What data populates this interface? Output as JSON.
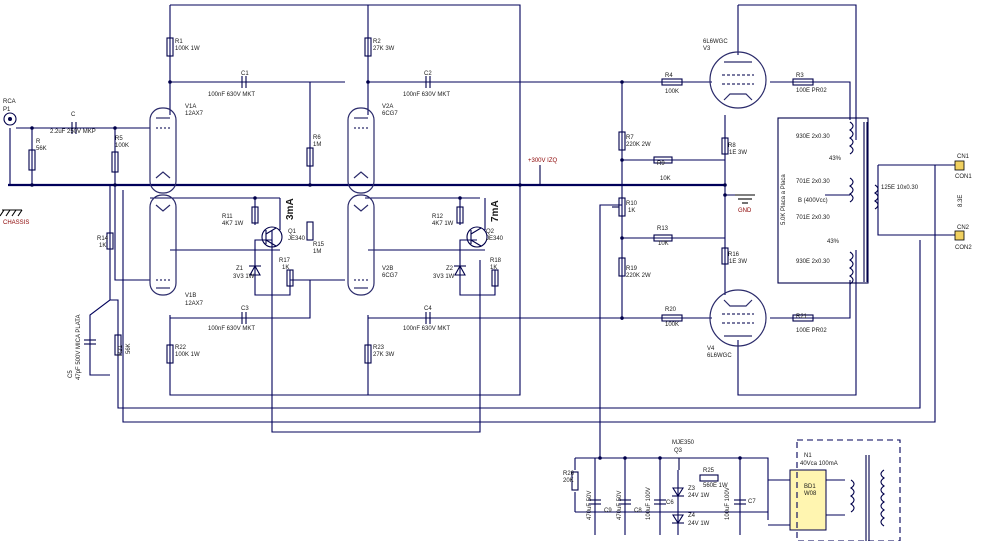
{
  "components": {
    "rca": {
      "name": "RCA",
      "ref": "P1"
    },
    "chassis": "CHASSIS",
    "r_in": {
      "ref": "R",
      "value": "56K"
    },
    "c_in": {
      "ref": "C",
      "value": "2.2uF 250V MKP"
    },
    "r5": {
      "ref": "R5",
      "value": "100K"
    },
    "r1": {
      "ref": "R1",
      "value": "100K 1W"
    },
    "r2": {
      "ref": "R2",
      "value": "27K 3W"
    },
    "c1": {
      "ref": "C1",
      "value": "100nF 630V MKT"
    },
    "c2": {
      "ref": "C2",
      "value": "100nF 630V MKT"
    },
    "c3": {
      "ref": "C3",
      "value": "100nF 630V MKT"
    },
    "c4": {
      "ref": "C4",
      "value": "100nF 630V MKT"
    },
    "v1a": {
      "ref": "V1A",
      "type": "12AX7"
    },
    "v1b": {
      "ref": "V1B",
      "type": "12AX7"
    },
    "v2a": {
      "ref": "V2A",
      "type": "6CG7"
    },
    "v2b": {
      "ref": "V2B",
      "type": "6CG7"
    },
    "r6": {
      "ref": "R6",
      "value": "1M"
    },
    "r15": {
      "ref": "R15",
      "value": "1M"
    },
    "r11": {
      "ref": "R11",
      "value": "4K7 1W"
    },
    "r12": {
      "ref": "R12",
      "value": "4K7 1W"
    },
    "q1": {
      "ref": "Q1",
      "value": "JE340"
    },
    "q2": {
      "ref": "Q2",
      "value": "JE340"
    },
    "z1": {
      "ref": "Z1",
      "value": "3V3 1W"
    },
    "z2": {
      "ref": "Z2",
      "value": "3V3 1W"
    },
    "r17": {
      "ref": "R17",
      "value": "1K"
    },
    "r18": {
      "ref": "R18",
      "value": "1K"
    },
    "ma3": "3mA",
    "ma7": "7mA",
    "r14": {
      "ref": "R14",
      "value": "1K"
    },
    "c5": {
      "ref": "C5",
      "value": "47pF 500V MICA PLATA"
    },
    "r21": {
      "ref": "R21",
      "value": "56K"
    },
    "r22": {
      "ref": "R22",
      "value": "100K 1W"
    },
    "r23": {
      "ref": "R23",
      "value": "27K 3W"
    },
    "supply": "+300V IZQ",
    "r7": {
      "ref": "R7",
      "value": "220K 2W"
    },
    "r9": {
      "ref": "R9",
      "value": "10K"
    },
    "r10": {
      "ref": "R10",
      "value": "1K"
    },
    "r13": {
      "ref": "R13",
      "value": "10K"
    },
    "r19": {
      "ref": "R19",
      "value": "220K 2W"
    },
    "r4": {
      "ref": "R4",
      "value": "100K"
    },
    "r20": {
      "ref": "R20",
      "value": "100K"
    },
    "r8": {
      "ref": "R8",
      "value": "1E 3W"
    },
    "r16": {
      "ref": "R16",
      "value": "1E 3W"
    },
    "gnd": "GND",
    "v3": {
      "ref": "V3",
      "type": "6L6WGC"
    },
    "v4": {
      "ref": "V4",
      "type": "6L6WGC"
    },
    "r3": {
      "ref": "R3",
      "value": "100E PR02"
    },
    "r21b": {
      "ref": "R21",
      "value": "100E PR02"
    },
    "xfmr": {
      "w1": "930E 2x0.30",
      "w2": "930E 2x0.30",
      "w3": "701E 2x0.30",
      "w4": "701E 2x0.30",
      "tap_top": "43%",
      "tap_bot": "43%",
      "b": "B (400Vcc)",
      "plate": "5.0K Placa a Placa",
      "sec": "125E 10x0.30",
      "ohm": "8.3E"
    },
    "con1": {
      "ref": "CN1",
      "name": "CON1"
    },
    "con2": {
      "ref": "CN2",
      "name": "CON2"
    },
    "psu": {
      "q3": {
        "ref": "Q3",
        "value": "MJE350"
      },
      "r25": {
        "ref": "R25",
        "value": "560E 1W"
      },
      "z3": {
        "ref": "Z3",
        "value": "24V 1W"
      },
      "z4": {
        "ref": "Z4",
        "value": "24V 1W"
      },
      "r26": {
        "ref": "R26",
        "value": "20K"
      },
      "c9": {
        "ref": "C9",
        "value": "470uF 50V"
      },
      "c8": {
        "ref": "C8",
        "value": "470uF 50V"
      },
      "c6": {
        "ref": "C6",
        "value": "100uF 100V"
      },
      "c7": {
        "ref": "C7",
        "value": "100uF 100V"
      },
      "bd1": {
        "ref": "BD1",
        "value": "W08"
      },
      "n1": {
        "ref": "N1",
        "value": "40Vca 100mA"
      }
    }
  }
}
